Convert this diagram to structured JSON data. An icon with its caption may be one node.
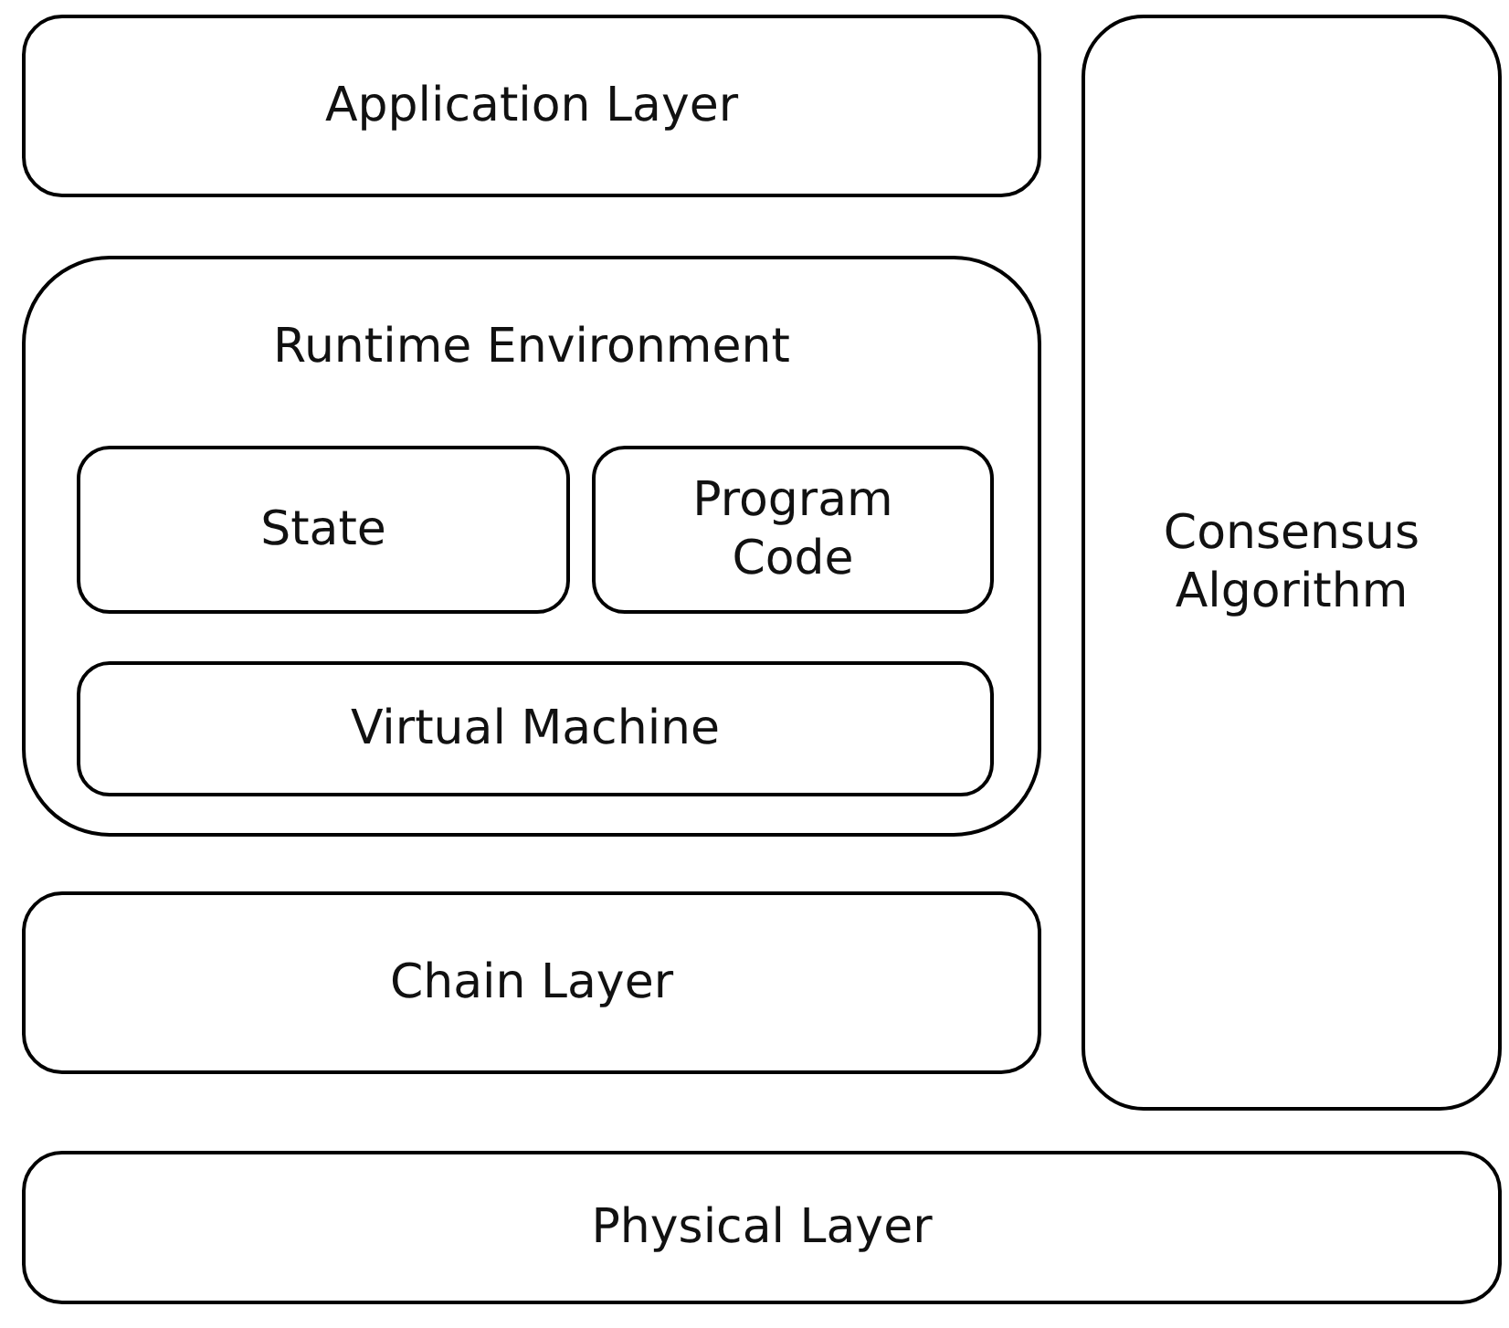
{
  "diagram": {
    "nodes": [
      {
        "text": [
          "Application Layer"
        ]
      },
      {
        "text": [
          "Consensus Algorithm"
        ]
      },
      {
        "text": [
          "Runtime Environment"
        ]
      },
      {
        "text": [
          "State"
        ],
        "in": 2
      },
      {
        "text": [
          "Program Code"
        ],
        "in": 2
      },
      {
        "text": [
          "Virtual Machine"
        ],
        "in": 2
      },
      {
        "text": [
          "Chain Layer"
        ]
      },
      {
        "text": [
          "Physical Layer"
        ]
      }
    ]
  }
}
